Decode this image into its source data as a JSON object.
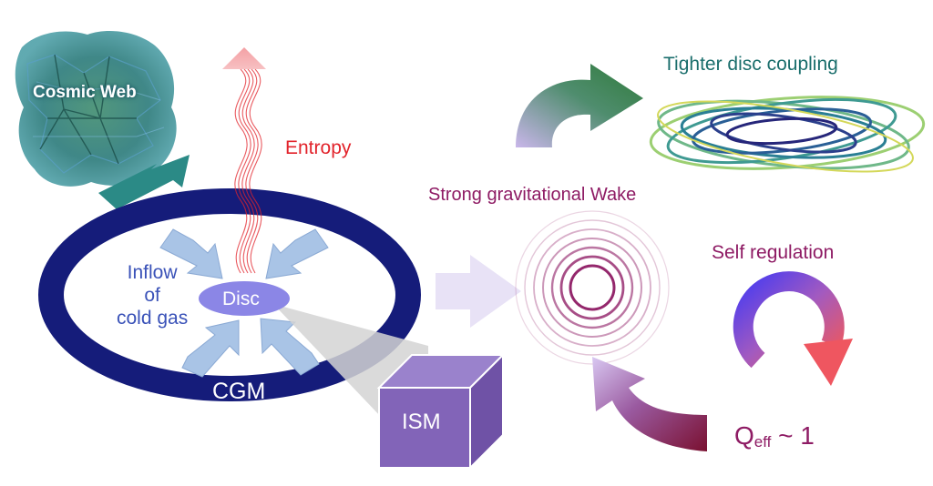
{
  "labels": {
    "cosmic_web": "Cosmic Web",
    "entropy": "Entropy",
    "inflow_line1": "Inflow",
    "inflow_line2": "of",
    "inflow_line3": "cold gas",
    "disc": "Disc",
    "cgm": "CGM",
    "ism": "ISM",
    "wake": "Strong gravitational Wake",
    "tighter": "Tighter disc coupling",
    "self_regulation": "Self regulation",
    "qeff_base": "Q",
    "qeff_sub": "eff",
    "qeff_rest": " ~ 1"
  },
  "colors": {
    "cgm_ring": "#151c7a",
    "disc_fill": "#8b86e6",
    "inflow_arrows": "#a9c4e6",
    "entropy": "#e2232b",
    "ism_cube": "#8264b8",
    "wake": "#8e1b64",
    "tighter_text": "#1a6e6c",
    "cosmic_web": "#2a8a8a"
  }
}
